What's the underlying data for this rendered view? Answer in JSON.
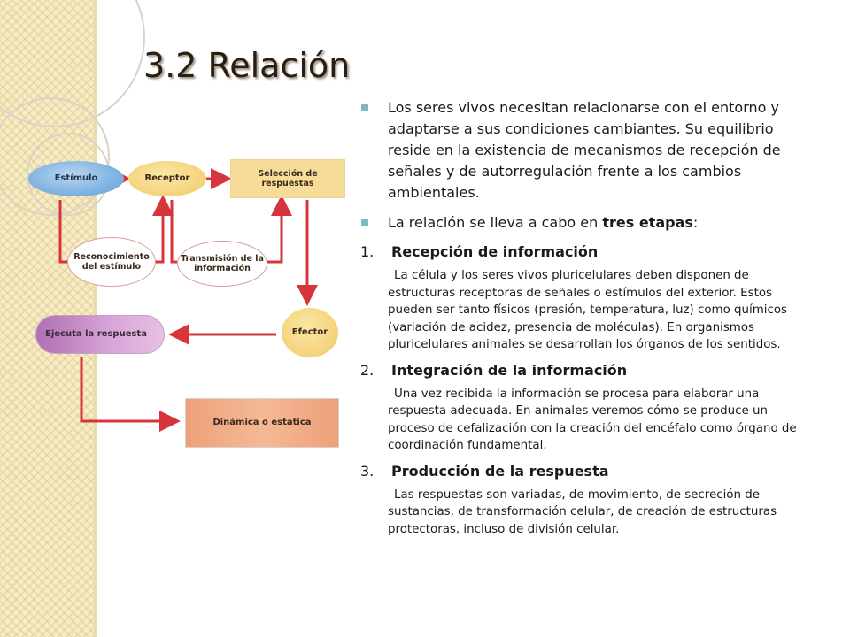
{
  "title": "3.2 Relación",
  "diagram": {
    "estimulo": "Estímulo",
    "receptor": "Receptor",
    "seleccion": "Selección de respuestas",
    "reconocimiento": "Reconocimiento del estímulo",
    "transmision": "Transmisión de la información",
    "efector": "Efector",
    "ejecuta": "Ejecuta la respuesta",
    "dinamica": "Dinámica o estática"
  },
  "bullets": {
    "b1": "Los seres vivos necesitan relacionarse con el entorno y adaptarse a sus condiciones cambiantes. Su equilibrio reside en la existencia de mecanismos de recepción de señales y de autorregulación frente a los cambios ambientales.",
    "b2_pre": "La relación se lleva a cabo en ",
    "b2_bold": "tres etapas",
    "b2_post": ":"
  },
  "steps": [
    {
      "number": "1.",
      "heading": "Recepción de información",
      "text": "La célula y los seres vivos pluricelulares deben disponen de estructuras receptoras de señales o estímulos del exterior. Estos pueden ser tanto físicos (presión, temperatura, luz) como químicos (variación de acidez, presencia de moléculas). En organismos pluricelulares animales se desarrollan los órganos de los sentidos."
    },
    {
      "number": "2.",
      "heading": "Integración de la información",
      "text": "Una vez recibida la información se procesa para elaborar una respuesta adecuada. En animales veremos cómo se produce un proceso de cefalización con la creación del encéfalo como órgano de coordinación fundamental."
    },
    {
      "number": "3.",
      "heading": "Producción de la respuesta",
      "text": "Las respuestas son variadas, de movimiento, de secreción de sustancias, de transformación celular, de creación de estructuras protectoras, incluso de división celular."
    }
  ],
  "colors": {
    "accent_bullet": "#7fb7c8",
    "arrow": "#d6353b",
    "stripe": "#f7ecc4"
  }
}
